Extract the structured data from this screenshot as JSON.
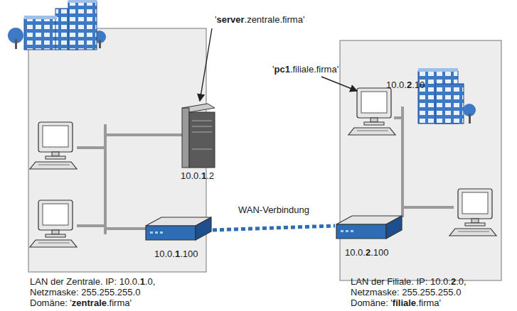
{
  "diagram": {
    "nodes": [
      {
        "text": [
          "10.0.1.100"
        ]
      },
      {
        "text": [
          "10.0.2.100"
        ]
      }
    ],
    "edges": [
      {
        "from": 0,
        "to": 1,
        "arrow": "none",
        "label": "WAN-Verbindung"
      }
    ],
    "labels": [
      "'server.zentrale.firma'",
      "'pc1.filiale.firma'",
      "10.0.1.2",
      "10.0.2.10",
      "LAN der Zentrale. IP: 10.0.1.0,",
      "Netzmaske: 255.255.255.0",
      "Domäne: 'zentrale.firma'",
      "LAN der Filiale. IP: 10.0.2.0,",
      "Netzmaske: 255.255.255.0",
      "Domäne: 'filiale.firma'"
    ]
  }
}
